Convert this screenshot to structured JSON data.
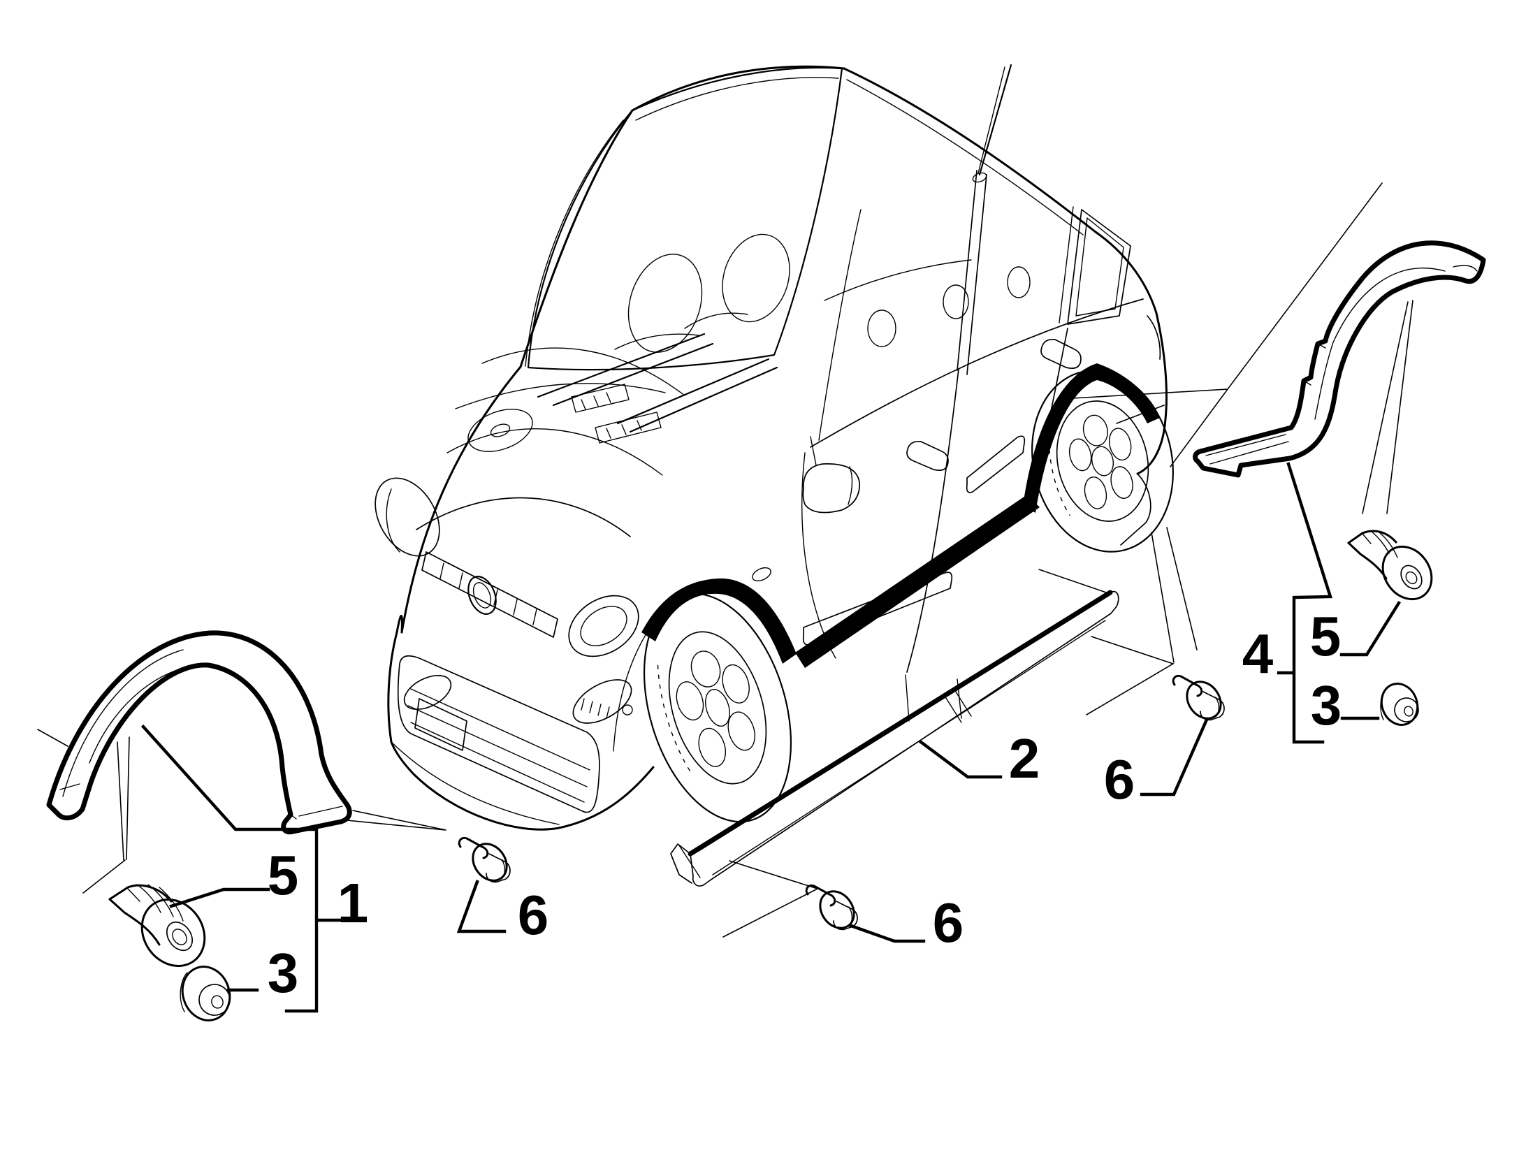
{
  "colors": {
    "background": "#ffffff",
    "ink": "#000000"
  },
  "callouts": {
    "c1": {
      "label": "1"
    },
    "c2": {
      "label": "2"
    },
    "c3_left": {
      "label": "3"
    },
    "c3_right": {
      "label": "3"
    },
    "c4": {
      "label": "4"
    },
    "c5_left": {
      "label": "5"
    },
    "c5_right": {
      "label": "5"
    },
    "c6_front": {
      "label": "6"
    },
    "c6_center": {
      "label": "6"
    },
    "c6_rear": {
      "label": "6"
    }
  }
}
